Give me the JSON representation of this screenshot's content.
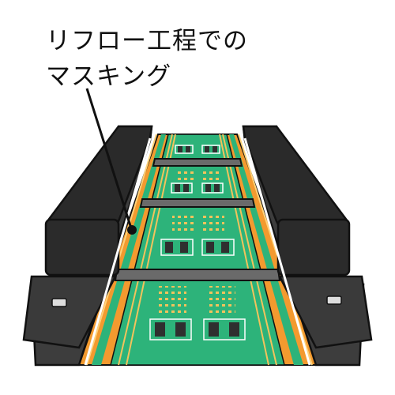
{
  "caption": {
    "line1": "リフロー工程での",
    "line2": "マスキング"
  },
  "colors": {
    "board": "#2db37a",
    "masking_tape": "#f39a2f",
    "rail": "#3a3a3a",
    "pad": "#f2c35c",
    "component": "#2f2f2f",
    "outline": "#111111"
  },
  "icons": {
    "pointer_dot": "callout-dot",
    "clamp_bar": "clamp-bar"
  }
}
